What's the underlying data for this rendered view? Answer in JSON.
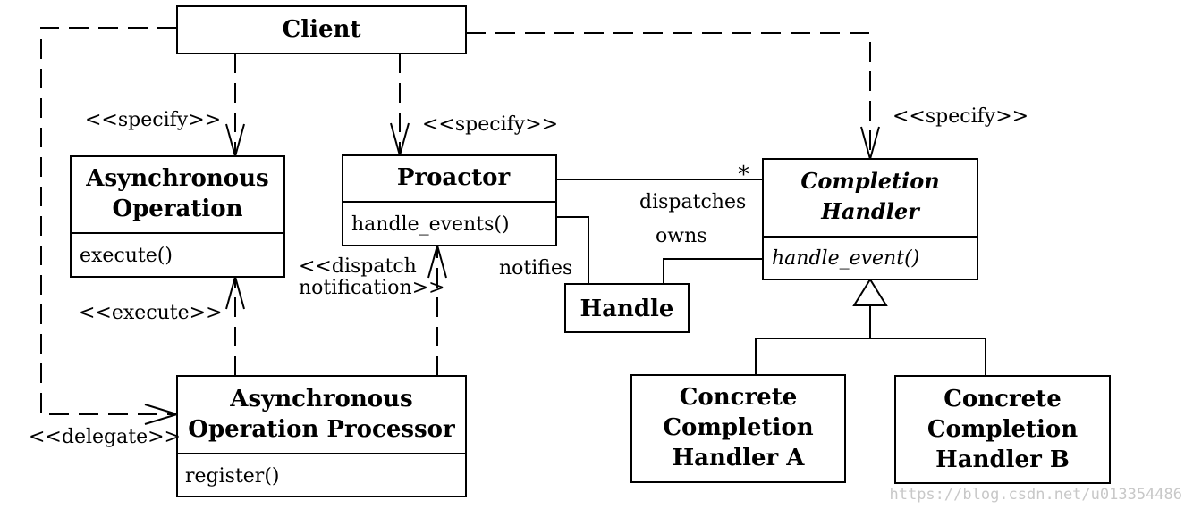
{
  "classes": {
    "client": {
      "title": "Client"
    },
    "async_operation": {
      "title_line1": "Asynchronous",
      "title_line2": "Operation",
      "operation": "execute()"
    },
    "proactor": {
      "title": "Proactor",
      "operation": "handle_events()"
    },
    "completion_handler": {
      "title_line1": "Completion",
      "title_line2": "Handler",
      "operation": "handle_event()"
    },
    "handle": {
      "title": "Handle"
    },
    "async_processor": {
      "title_line1": "Asynchronous",
      "title_line2": "Operation Processor",
      "operation": "register()"
    },
    "concrete_a": {
      "line1": "Concrete",
      "line2": "Completion",
      "line3": "Handler A"
    },
    "concrete_b": {
      "line1": "Concrete",
      "line2": "Completion",
      "line3": "Handler B"
    }
  },
  "labels": {
    "specify_async_op": "<<specify>>",
    "specify_proactor": "<<specify>>",
    "specify_completion": "<<specify>>",
    "execute": "<<execute>>",
    "dispatch_line1": "<<dispatch",
    "dispatch_line2": "notification>>",
    "delegate": "<<delegate>>",
    "dispatches": "dispatches",
    "owns": "owns",
    "notifies": "notifies",
    "multiplicity": "*"
  },
  "watermark": "https://blog.csdn.net/u013354486"
}
